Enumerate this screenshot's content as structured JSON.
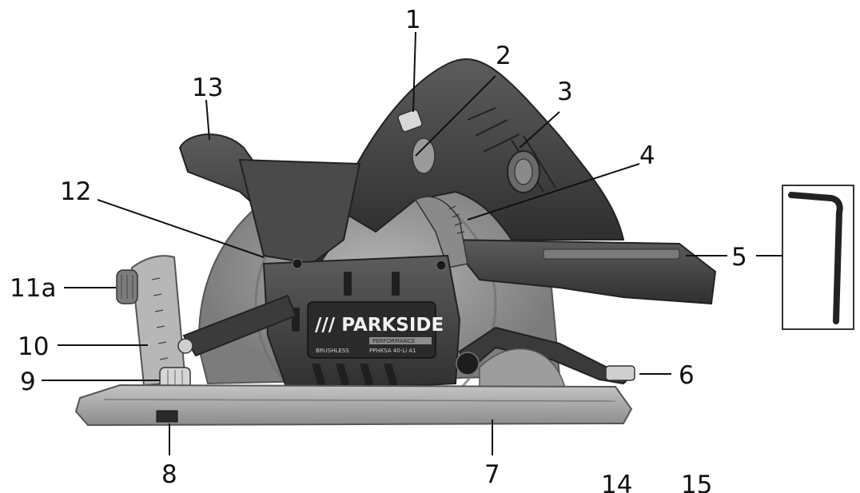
{
  "brand": {
    "name": "/// PARKSIDE",
    "sub_performance": "PERFORMANCE",
    "sub_brushless": "BRUSHLESS",
    "sub_model": "PPHKSA 40-Li A1"
  },
  "callouts": {
    "c1": "1",
    "c2": "2",
    "c3": "3",
    "c4": "4",
    "c5": "5",
    "c6": "6",
    "c7": "7",
    "c8": "8",
    "c9": "9",
    "c10": "10",
    "c11a": "11a",
    "c12": "12",
    "c13": "13",
    "c14": "14",
    "c15": "15"
  },
  "colors": {
    "body_dark": "#3a3a3a",
    "body_mid": "#5a5a5a",
    "base_plate": "#a9a9a9",
    "blade": "#8e8e8e"
  }
}
